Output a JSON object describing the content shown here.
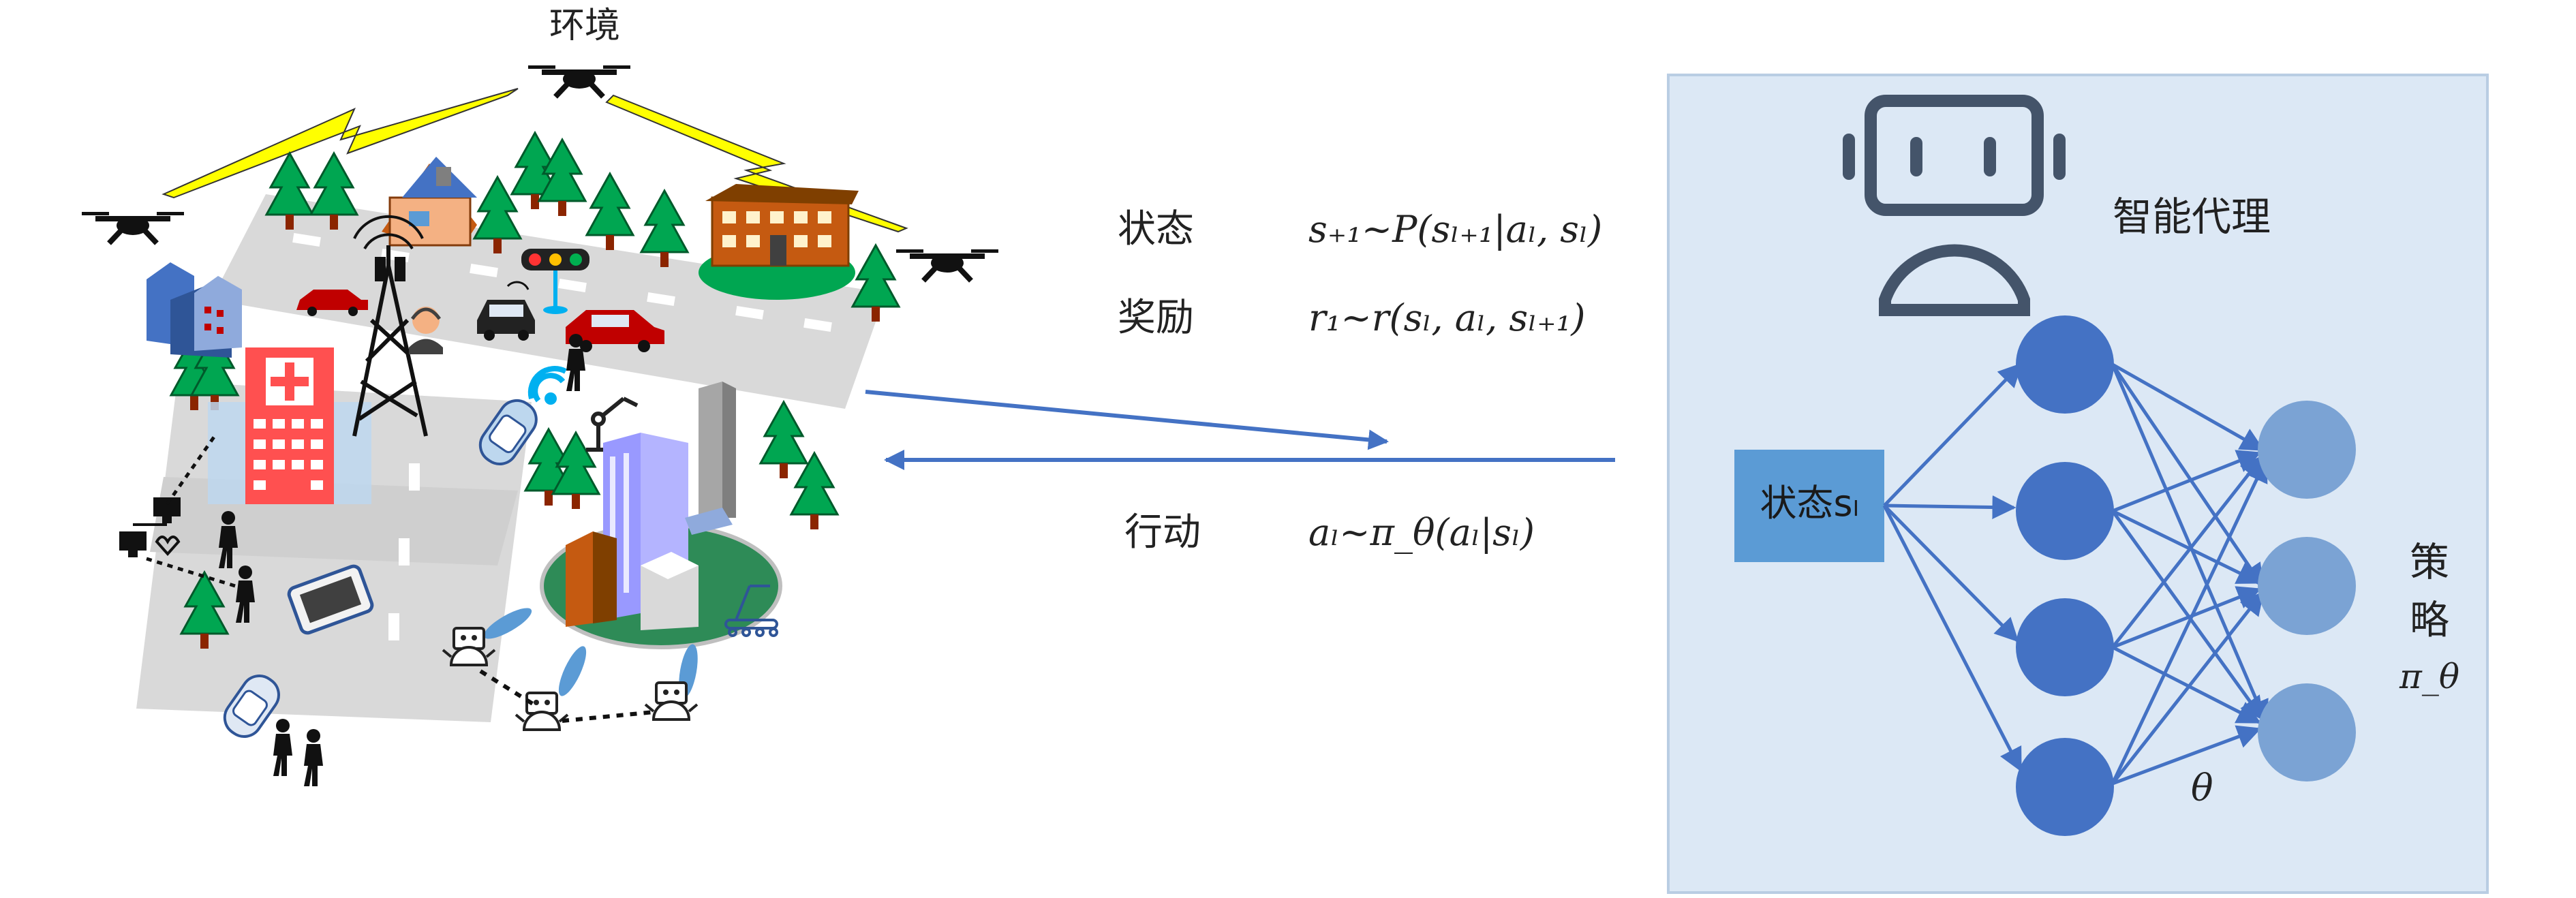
{
  "environment": {
    "title": "环境"
  },
  "loop": {
    "state_label": "状态",
    "state_eq": "s₊₁~P(sₗ₊₁|aₗ, sₗ)",
    "reward_label": "奖励",
    "reward_eq": "r₁~r(sₗ, aₗ, sₗ₊₁)",
    "action_label": "行动",
    "action_eq": "aₗ~π_θ(aₗ|sₗ)"
  },
  "agent": {
    "title": "智能代理",
    "input_label": "状态sₗ",
    "policy_label_1": "策",
    "policy_label_2": "略",
    "policy_symbol": "π_θ",
    "weight_symbol": "θ"
  },
  "colors": {
    "agent_panel_bg": "#dce8f5",
    "agent_panel_border": "#b9cde3",
    "node_dark": "#4472c4",
    "node_light": "#7ba3d4",
    "input_box": "#5b9bd5",
    "arrow": "#4472c4",
    "road": "#d9d9d9",
    "tree": "#00a651",
    "lightning": "#ffff00"
  }
}
